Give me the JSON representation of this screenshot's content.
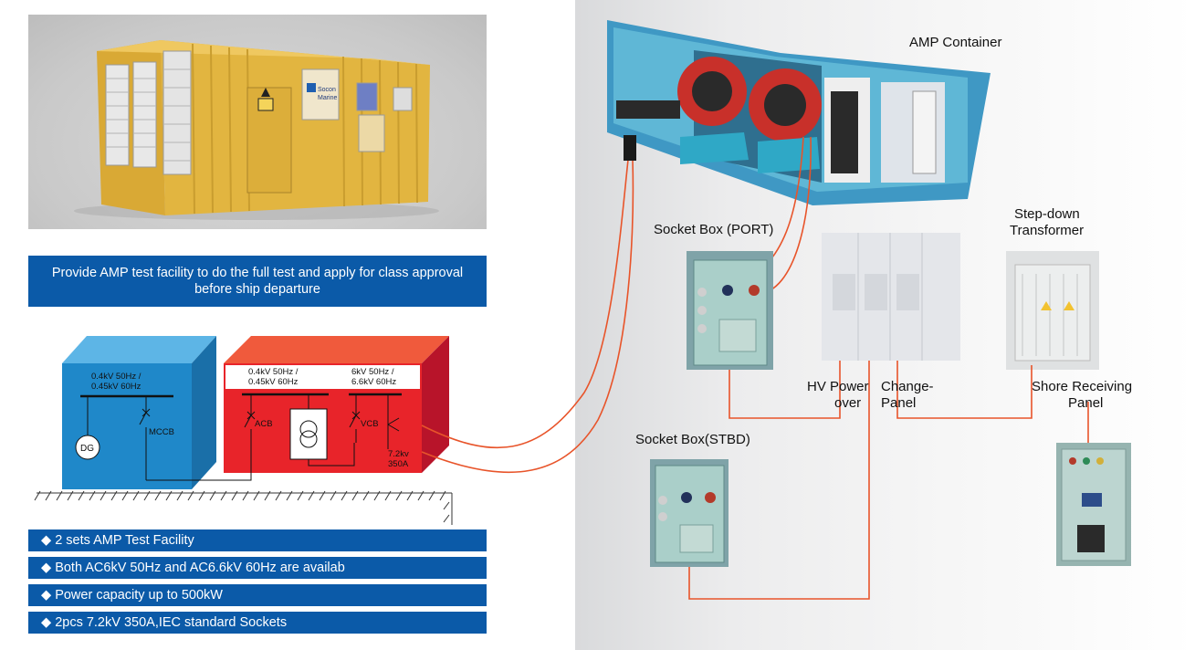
{
  "banner_text": "Provide AMP test facility to do the full test and apply for class approval before ship departure",
  "bullets": [
    "2 sets AMP Test Facility",
    "Both AC6kV 50Hz and AC6.6kV 60Hz are availab",
    "Power capacity up to 500kW",
    "2pcs 7.2kV 350A,IEC standard Sockets"
  ],
  "bullet_symbol": "◆",
  "schematic": {
    "blue_voltage_1": "0.4kV 50Hz /",
    "blue_voltage_2": "0.45kV 60Hz",
    "dg_label": "DG",
    "mccb_label": "MCCB",
    "red_left_voltage_1": "0.4kV 50Hz /",
    "red_left_voltage_2": "0.45kV 60Hz",
    "red_right_voltage_1": "6kV 50Hz /",
    "red_right_voltage_2": "6.6kV 60Hz",
    "acb_label": "ACB",
    "vcb_label": "VCB",
    "socket_rating_1": "7.2kv",
    "socket_rating_2": "350A"
  },
  "labels": {
    "amp_container": "AMP Container",
    "socket_box_port": "Socket Box (PORT)",
    "hv_power_1": "HV Power",
    "hv_power_2": "over",
    "changeover_1": "Change-",
    "changeover_2": "Panel",
    "step_down_1": "Step-down",
    "step_down_2": "Transformer",
    "shore_1": "Shore Receiving",
    "shore_2": "Panel",
    "socket_box_stbd": "Socket Box(STBD)"
  },
  "container_text": {
    "brand_1": "Socon",
    "brand_2": "Marine"
  },
  "colors": {
    "banner_blue": "#0b5aa8",
    "cable_orange": "#e8542a",
    "container_yellow": "#e2b540",
    "schematic_blue": "#1f88c9",
    "schematic_red": "#e8242a",
    "container_teal": "#5fb7d6"
  }
}
